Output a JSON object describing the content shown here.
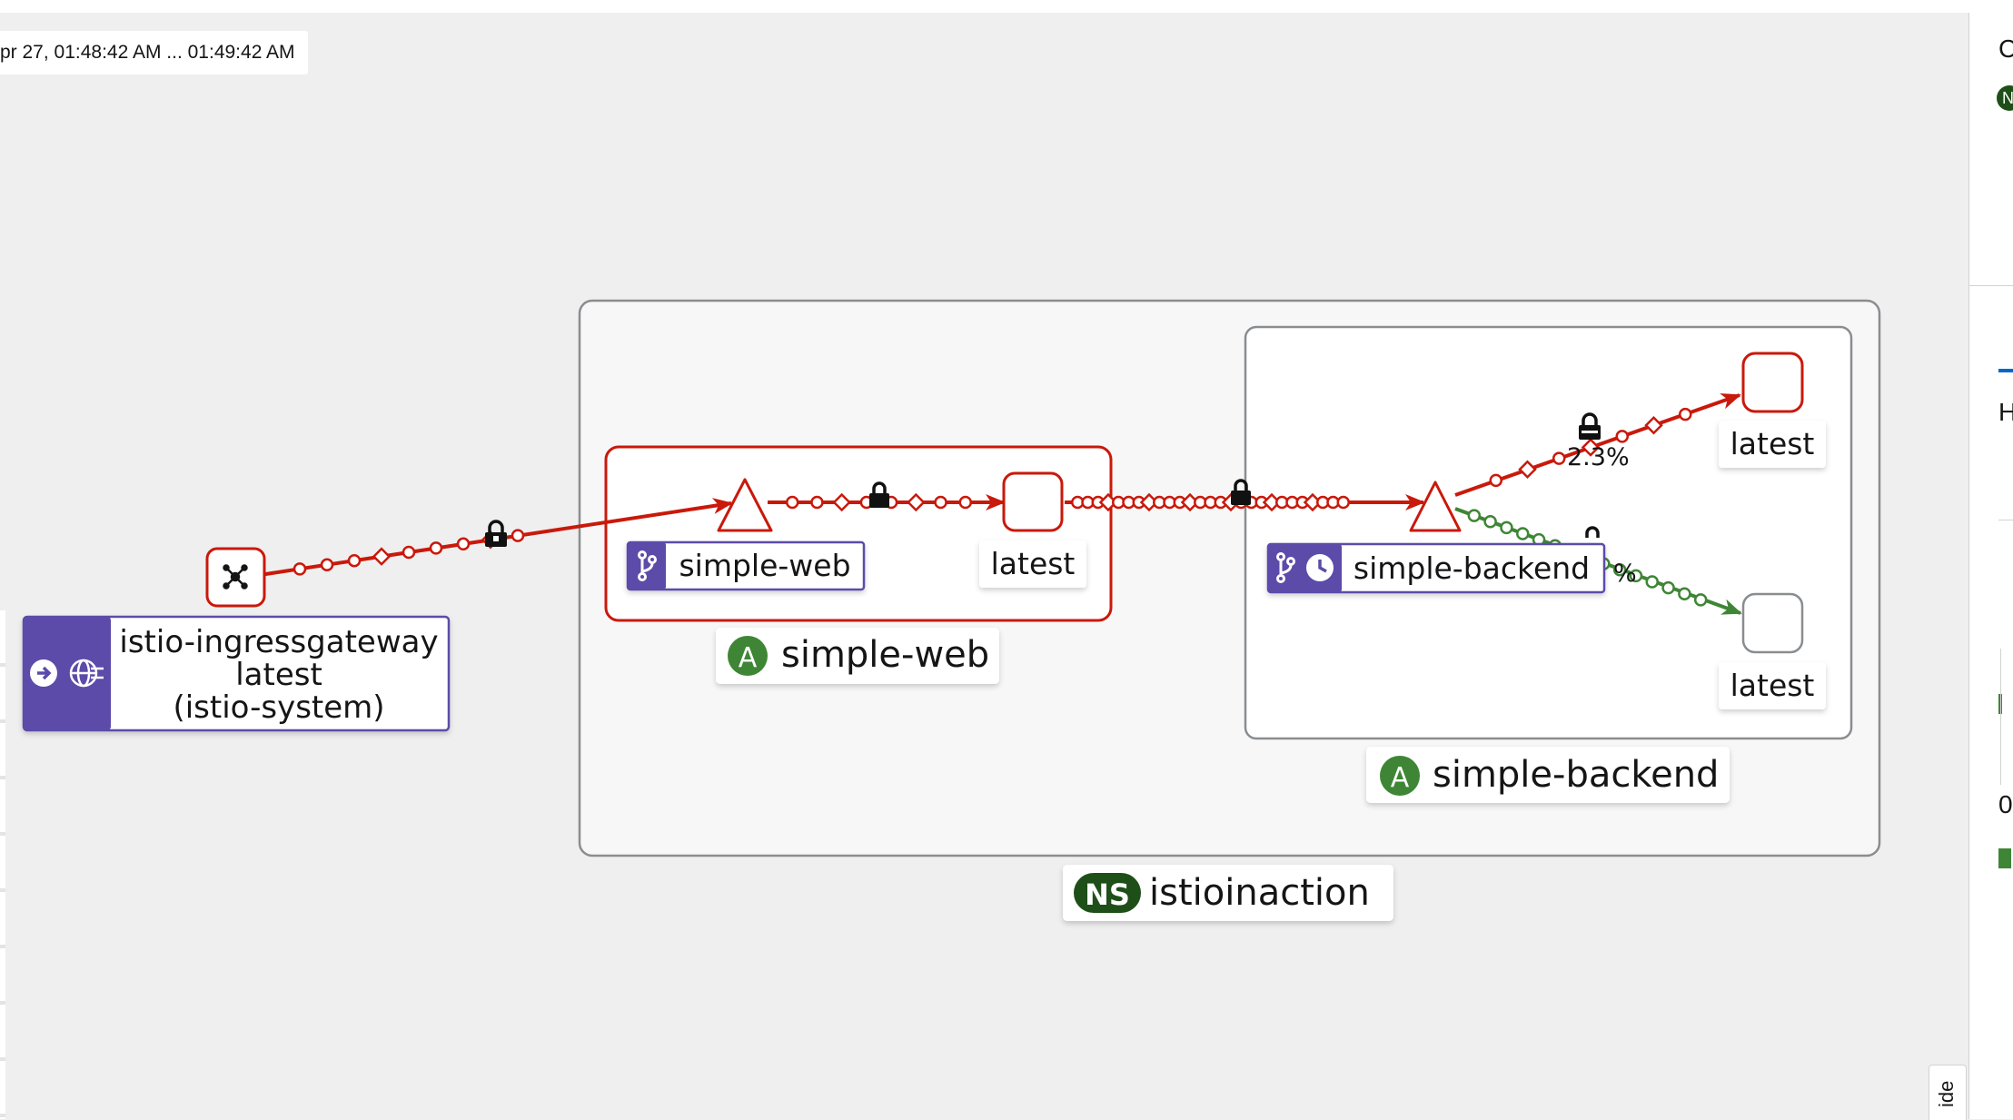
{
  "time_range": "pr 27, 01:48:42 AM ... 01:49:42 AM",
  "colors": {
    "error_edge": "#c9190b",
    "healthy_edge": "#3e8635",
    "badge_green": "#3e8635",
    "badge_dark_green": "#1e4f18",
    "service_purple": "#5b4ba9"
  },
  "gateway": {
    "name": "istio-ingressgateway",
    "version": "latest",
    "namespace": "(istio-system)",
    "icons": [
      "arrow-circle-right-icon",
      "globe-network-icon"
    ]
  },
  "namespace_box": {
    "badge": "NS",
    "label": "istioinaction"
  },
  "app_web": {
    "badge": "A",
    "label": "simple-web",
    "service_label": "simple-web",
    "workload_label": "latest"
  },
  "app_backend": {
    "badge": "A",
    "label": "simple-backend",
    "service_label": "simple-backend",
    "workloads": [
      "latest",
      "latest"
    ],
    "edge_label_top": "2.3%",
    "edge_label_bottom": "%"
  },
  "side_panel": {
    "letters": [
      "C",
      "N",
      "H",
      "0"
    ]
  },
  "hide_tab": "ide"
}
